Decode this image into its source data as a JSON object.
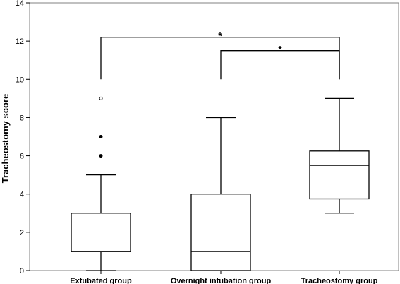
{
  "chart_data": {
    "type": "box",
    "title": "",
    "xlabel": "",
    "ylabel": "Tracheostomy score",
    "ylim": [
      0,
      14
    ],
    "yticks": [
      "0",
      "2",
      "4",
      "6",
      "8",
      "10",
      "12",
      "14"
    ],
    "grid": false,
    "categories": [
      "Extubated group",
      "Overnight intubation group",
      "Tracheostomy group"
    ],
    "boxes": [
      {
        "category": "Extubated group",
        "whisker_low": 0,
        "q1": 1,
        "median": 1,
        "q3": 3,
        "whisker_high": 5,
        "outliers": [
          6,
          7,
          9
        ]
      },
      {
        "category": "Overnight intubation group",
        "whisker_low": 0,
        "q1": 0,
        "median": 1,
        "q3": 4,
        "whisker_high": 8,
        "outliers": []
      },
      {
        "category": "Tracheostomy group",
        "whisker_low": 3,
        "q1": 3.75,
        "median": 5.5,
        "q3": 6.25,
        "whisker_high": 9,
        "outliers": []
      }
    ],
    "significance": [
      {
        "from": 0,
        "to": 2,
        "level": 12.2,
        "drop_to": 10,
        "label": "*"
      },
      {
        "from": 1,
        "to": 2,
        "level": 11.5,
        "drop_to": 10,
        "label": "*"
      }
    ]
  }
}
